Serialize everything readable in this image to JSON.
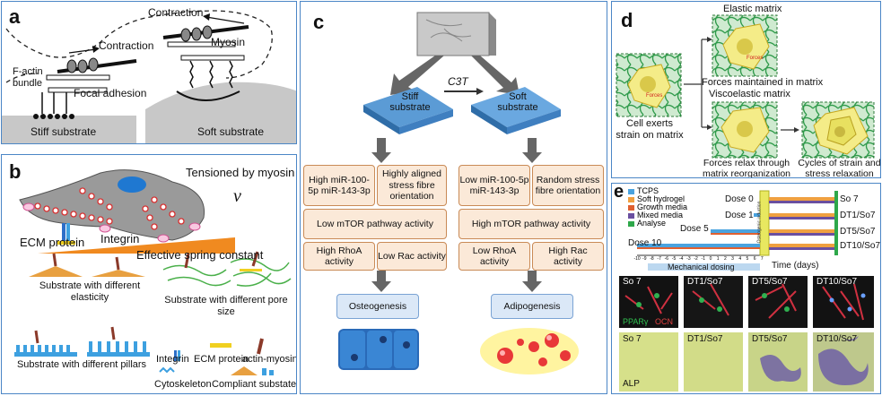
{
  "panel_a": {
    "letter": "a",
    "contraction_top": "Contraction",
    "contraction_left": "Contraction",
    "myosin": "Myosin",
    "factin": "F-actin bundle",
    "focal": "Focal adhesion",
    "stiff": "Stiff substrate",
    "soft": "Soft substrate"
  },
  "panel_b": {
    "letter": "b",
    "tensioned": "Tensioned by myosin II",
    "nu": "ν",
    "integrin": "Integrin",
    "ecm": "ECM protein",
    "spring": "Effective spring constant",
    "elasticity": "Substrate with different elasticity",
    "pore": "Substrate with different pore size",
    "pillars": "Substrate with different pillars",
    "legend_integrin": "Integrin",
    "legend_ecm": "ECM protein",
    "legend_actin": "actin-myosin",
    "legend_cyto": "Cytoskeleton",
    "legend_compliant": "Compliant substates"
  },
  "panel_c": {
    "letter": "c",
    "c3t": "C3T",
    "stiff": "Stiff substrate",
    "soft": "Soft substrate",
    "left_high_mir": "High miR-100-5p miR-143-3p",
    "left_aligned": "Highly aligned stress fibre orientation",
    "left_mtor": "Low mTOR pathway activity",
    "left_rhoa": "High RhoA activity",
    "left_rac": "Low Rac activity",
    "right_low_mir": "Low miR-100-5p miR-143-3p",
    "right_random": "Random stress fibre orientation",
    "right_mtor": "High mTOR pathway activity",
    "right_rhoa": "Low RhoA activity",
    "right_rac": "High Rac activity",
    "osteo": "Osteogenesis",
    "adipo": "Adipogenesis"
  },
  "panel_d": {
    "letter": "d",
    "elastic": "Elastic matrix",
    "forces_maintained": "Forces maintained in matrix",
    "viscoelastic": "Viscoelastic matrix",
    "cell_exerts": "Cell exerts strain on matrix",
    "forces_relax": "Forces relax through matrix reorganization",
    "cycles": "Cycles of strain and stress relaxation",
    "forces_tag": "Forces"
  },
  "panel_e": {
    "letter": "e",
    "legend": [
      {
        "label": "TCPS",
        "color": "#4aa3df"
      },
      {
        "label": "Soft hydrogel",
        "color": "#f0a040"
      },
      {
        "label": "Growth media",
        "color": "#e06030"
      },
      {
        "label": "Mixed media",
        "color": "#6a4fa0"
      },
      {
        "label": "Analyse",
        "color": "#2ea84a"
      }
    ],
    "doses": [
      "Dose 0",
      "Dose 1",
      "Dose 5",
      "Dose 10"
    ],
    "outcomes": [
      "So 7",
      "DT1/So7",
      "DT5/So7",
      "DT10/So7"
    ],
    "axis_ticks": [
      "-10",
      "-9",
      "-8",
      "-7",
      "-6",
      "-5",
      "-4",
      "-3",
      "-2",
      "-1",
      "0",
      "1",
      "2",
      "3",
      "4",
      "5",
      "6",
      "7"
    ],
    "time_label": "Time (days)",
    "mech_label": "Mechanical dosing",
    "vertical_label": "Osteogenic induction",
    "row1": [
      "So 7",
      "DT1/So7",
      "DT5/So7",
      "DT10/So7"
    ],
    "row2": [
      "So 7",
      "DT1/So7",
      "DT5/So7",
      "DT10/So7"
    ],
    "stain1": "PPARγ",
    "stain2": "OCN",
    "alp": "ALP"
  }
}
